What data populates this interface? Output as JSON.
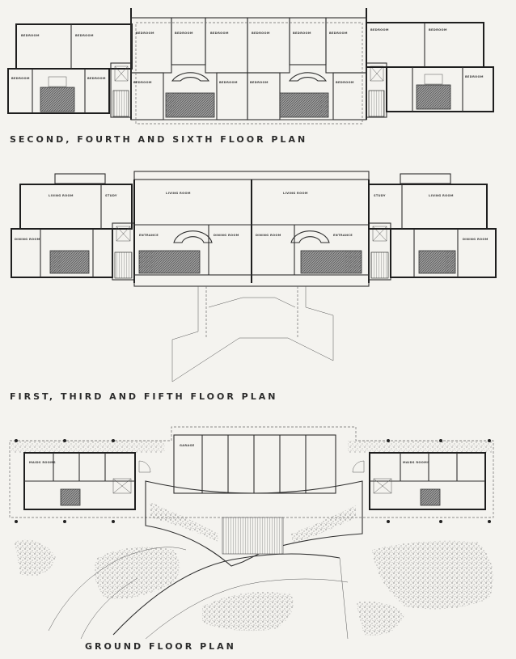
{
  "plans": [
    {
      "caption": "SECOND, FOURTH AND SIXTH FLOOR PLAN",
      "rooms": [
        "BEDROOM",
        "BEDROOM",
        "BEDROOM",
        "BEDROOM",
        "BEDROOM",
        "BEDROOM",
        "BEDROOM",
        "BEDROOM",
        "BEDROOM",
        "BEDROOM",
        "BEDROOM",
        "BEDROOM",
        "BEDROOM",
        "BEDROOM",
        "BEDROOM",
        "BEDROOM",
        "BEDROOM"
      ]
    },
    {
      "caption": "FIRST, THIRD AND FIFTH FLOOR PLAN",
      "rooms": [
        "LIVING ROOM",
        "STUDY",
        "DINING ROOM",
        "LIVING ROOM",
        "LIVING ROOM",
        "ENTRANCE",
        "DINING ROOM",
        "DINING ROOM",
        "ENTRANCE",
        "STUDY",
        "LIVING ROOM",
        "DINING ROOM"
      ]
    },
    {
      "caption": "GROUND FLOOR PLAN",
      "rooms": [
        "MAIDS ROOMS",
        "MAIDS ROOMS",
        "GARAGE"
      ]
    }
  ]
}
